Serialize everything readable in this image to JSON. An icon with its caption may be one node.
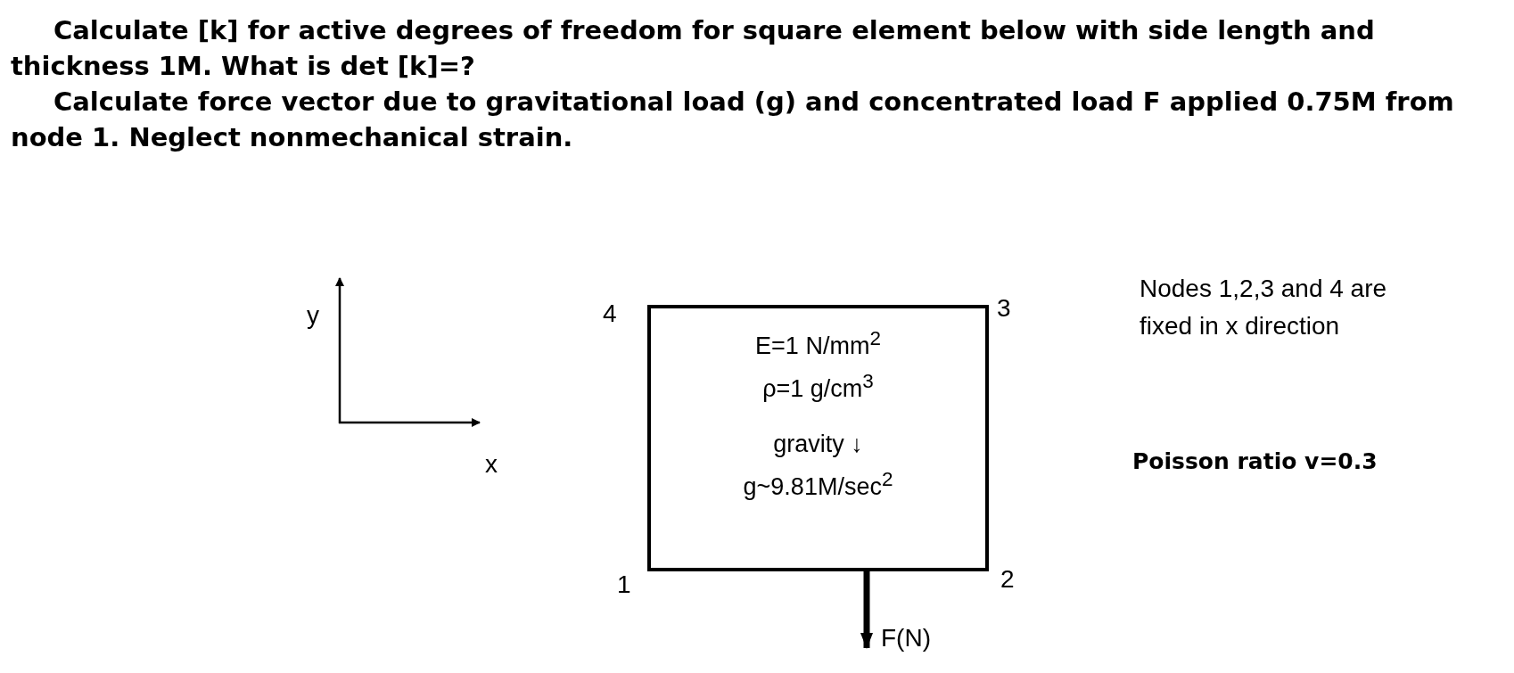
{
  "diagram": {
    "nodes": [
      {
        "text": [
          "E=1 N/mm$^{2}$ ρ=1 g/cm$^{3}$",
          "gravity ↓ g~9.81M/sec$^{2}$"
        ]
      }
    ],
    "labels": [
      "Calculate [k] for active degrees of freedom for square element below with side length and thickness 1M. What is det [k]=?",
      "Calculate force vector due to gravitational load (g) and concentrated load F applied 0.75M from node 1. Neglect nonmechanical strain.",
      "y",
      "x",
      "4",
      "3",
      "1",
      "2",
      "F(N)",
      "Nodes 1,2,3 and 4 are fixed in x direction",
      "Poisson ratio v=0.3"
    ]
  }
}
